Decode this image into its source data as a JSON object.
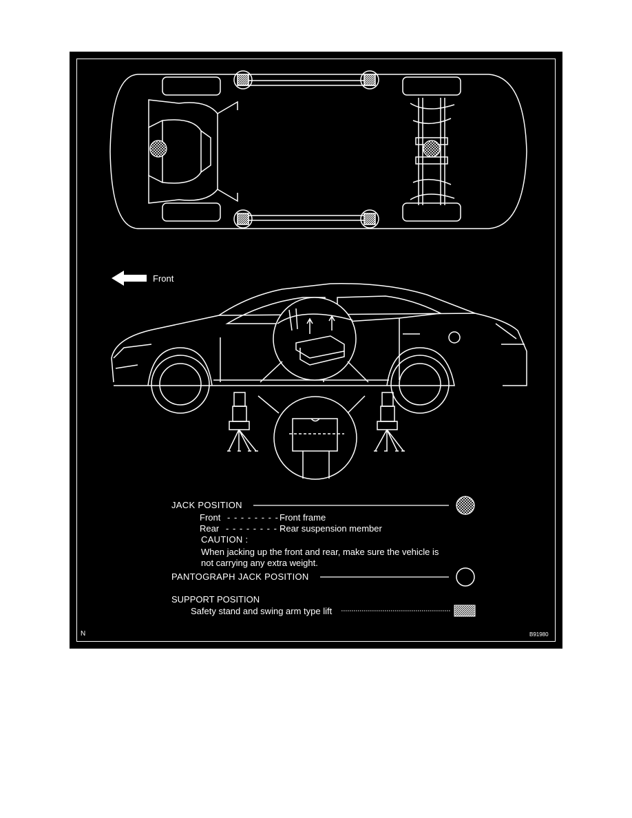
{
  "diagram": {
    "direction_label": "Front",
    "legend": {
      "jack_position": {
        "label": "JACK POSITION",
        "front_label": "Front",
        "front_leader": "- - - - - - - - -",
        "front_value": "Front frame",
        "rear_label": "Rear",
        "rear_leader": "- - - - - - - - -",
        "rear_value": "Rear suspension member",
        "caution_title": "CAUTION :",
        "caution_line1": "When jacking up the front and rear, make sure the vehicle is",
        "caution_line2": "not carrying any extra weight."
      },
      "pantograph_jack_position": {
        "label": "PANTOGRAPH JACK POSITION"
      },
      "support_position": {
        "label": "SUPPORT POSITION",
        "item": "Safety stand and swing arm type lift"
      }
    },
    "corner_letter": "N",
    "figure_code": "B91980"
  }
}
